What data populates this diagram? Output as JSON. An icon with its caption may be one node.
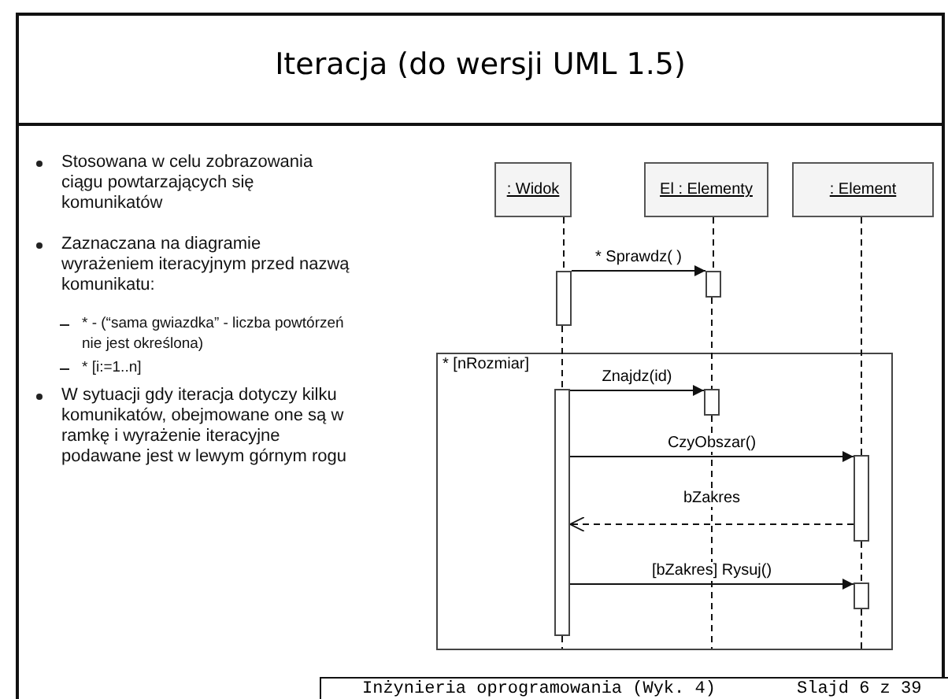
{
  "diagram": {
    "title": "Iteracja (do wersji UML 1.5)",
    "nodes": [
      {
        "text": [
          ": Widok"
        ]
      },
      {
        "text": [
          "El : Elementy"
        ]
      },
      {
        "text": [
          ": Element"
        ]
      },
      {
        "text": [],
        "shape": "bar"
      },
      {
        "text": [],
        "shape": "bar"
      },
      {
        "text": [
          "* [nRozmiar]"
        ]
      },
      {
        "text": [],
        "shape": "bar",
        "in": 5
      },
      {
        "text": [],
        "shape": "bar",
        "in": 5
      },
      {
        "text": [],
        "shape": "bar",
        "in": 5
      },
      {
        "text": [],
        "shape": "bar",
        "in": 5
      }
    ],
    "edges": [
      {
        "from": 3,
        "to": 4,
        "arrow": "to",
        "label": "* Sprawdz( )"
      },
      {
        "from": 6,
        "to": 7,
        "arrow": "to",
        "label": "Znajdz(id)"
      },
      {
        "from": 6,
        "to": 8,
        "arrow": "to",
        "label": "CzyObszar()"
      },
      {
        "from": 8,
        "to": 6,
        "arrow": "to",
        "label": "bZakres",
        "style": "dashed"
      },
      {
        "from": 6,
        "to": 9,
        "arrow": "to",
        "label": "[bZakres] Rysuj()"
      },
      {
        "from": 0,
        "to": 3,
        "arrow": "none",
        "style": "dashed"
      },
      {
        "from": 3,
        "to": 6,
        "arrow": "none",
        "style": "dashed"
      },
      {
        "from": 6,
        "to": null,
        "arrow": "none",
        "style": "dashed"
      },
      {
        "from": 1,
        "to": 4,
        "arrow": "none",
        "style": "dashed"
      },
      {
        "from": 4,
        "to": 7,
        "arrow": "none",
        "style": "dashed"
      },
      {
        "from": 7,
        "to": null,
        "arrow": "none",
        "style": "dashed"
      },
      {
        "from": 2,
        "to": 8,
        "arrow": "none",
        "style": "dashed"
      },
      {
        "from": 8,
        "to": 9,
        "arrow": "none",
        "style": "dashed"
      },
      {
        "from": 9,
        "to": null,
        "arrow": "none",
        "style": "dashed"
      }
    ],
    "labels": [
      "Stosowana w celu zobrazowania ciągu powtarzających się komunikatów",
      "Zaznaczana na diagramie wyrażeniem iteracyjnym przed nazwą komunikatu:",
      "* - (“sama gwiazdka” - liczba powtórzeń nie jest określona)",
      "* [i:=1..n]",
      "W sytuacji gdy iteracja dotyczy kilku komunikatów, obejmowane one są w ramkę i wyrażenie iteracyjne podawane jest w lewym górnym rogu",
      "Inżynieria oprogramowania (Wyk. 4)",
      "Slajd 6 z 39"
    ]
  }
}
